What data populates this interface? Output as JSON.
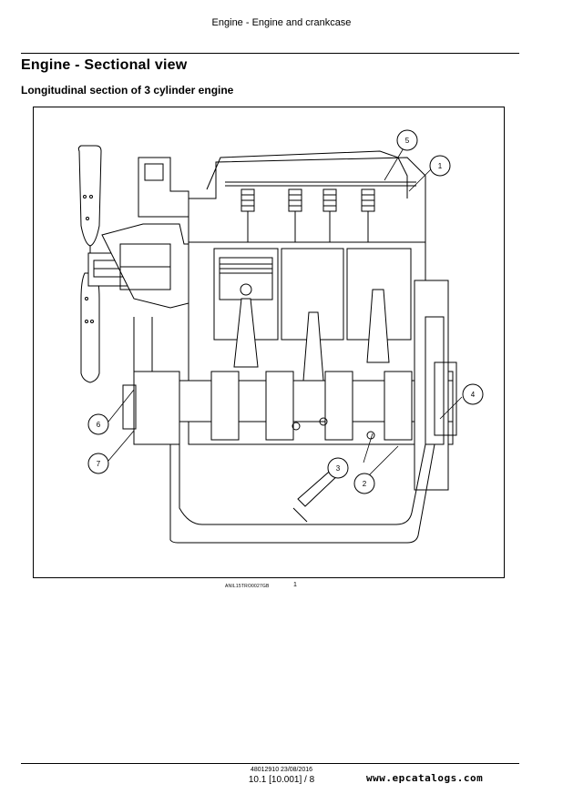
{
  "header": {
    "running_title": "Engine - Engine and crankcase"
  },
  "section": {
    "title": "Engine - Sectional view",
    "subtitle": "Longitudinal section of 3 cylinder engine"
  },
  "figure": {
    "reference": "ANIL15TRO0027GB",
    "number": "1",
    "callouts": [
      "1",
      "2",
      "3",
      "4",
      "5",
      "6",
      "7"
    ]
  },
  "footer": {
    "doc_id": "48012910 23/08/2016",
    "page_ref": "10.1 [10.001] / 8"
  },
  "watermark": "www.epcatalogs.com"
}
